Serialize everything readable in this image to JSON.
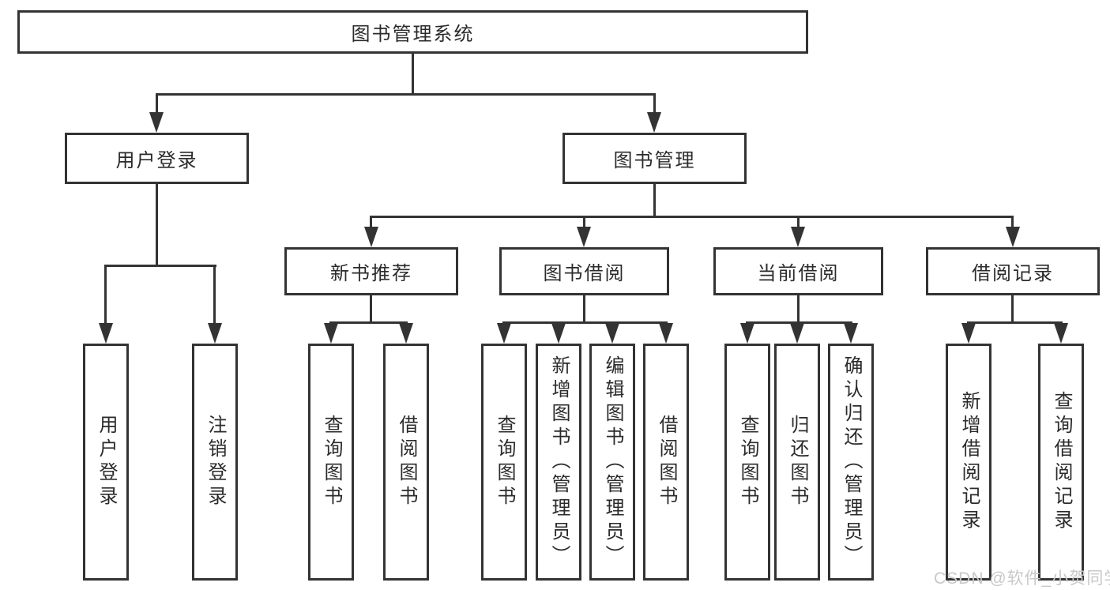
{
  "diagram": {
    "root": {
      "label": "图书管理系统"
    },
    "level2": [
      {
        "label": "用户登录"
      },
      {
        "label": "图书管理"
      }
    ],
    "level3": [
      {
        "label": "新书推荐"
      },
      {
        "label": "图书借阅"
      },
      {
        "label": "当前借阅"
      },
      {
        "label": "借阅记录"
      }
    ],
    "leaves": [
      {
        "label": "用户登录"
      },
      {
        "label": "注销登录"
      },
      {
        "label": "查询图书"
      },
      {
        "label": "借阅图书"
      },
      {
        "label": "查询图书"
      },
      {
        "label": "新增图书（管理员）"
      },
      {
        "label": "编辑图书（管理员）"
      },
      {
        "label": "借阅图书"
      },
      {
        "label": "查询图书"
      },
      {
        "label": "归还图书"
      },
      {
        "label": "确认归还（管理员）"
      },
      {
        "label": "新增借阅记录"
      },
      {
        "label": "查询借阅记录"
      }
    ]
  },
  "watermark": "CSDN @软件_小贺同学",
  "colors": {
    "line": "#333333",
    "text": "#2b2b2b",
    "background": "#ffffff",
    "watermark": "#c8c8c8"
  }
}
